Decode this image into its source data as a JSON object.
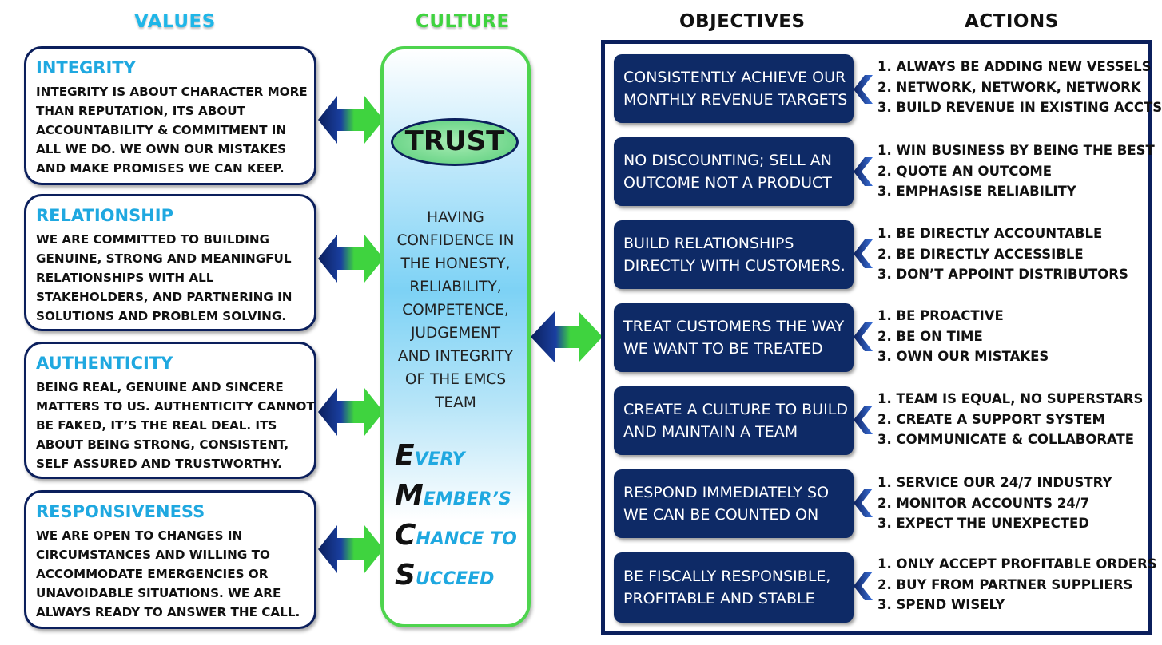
{
  "headers": {
    "values": "VALUES",
    "culture": "CULTURE",
    "objectives": "OBJECTIVES",
    "actions": "ACTIONS"
  },
  "values": [
    {
      "title": "INTEGRITY",
      "lines": [
        "INTEGRITY IS ABOUT CHARACTER MORE",
        "THAN REPUTATION, ITS ABOUT",
        "ACCOUNTABILITY & COMMITMENT IN",
        "ALL WE DO. WE OWN OUR MISTAKES",
        "AND MAKE PROMISES WE CAN KEEP."
      ]
    },
    {
      "title": "RELATIONSHIP",
      "lines": [
        "WE ARE COMMITTED TO BUILDING",
        "GENUINE, STRONG AND MEANINGFUL",
        "RELATIONSHIPS WITH ALL",
        "STAKEHOLDERS, AND PARTNERING IN",
        "SOLUTIONS AND PROBLEM SOLVING."
      ]
    },
    {
      "title": "AUTHENTICITY",
      "lines": [
        "BEING REAL, GENUINE AND SINCERE",
        "MATTERS TO US. AUTHENTICITY CANNOT",
        "BE FAKED, IT’S THE REAL DEAL. ITS",
        "ABOUT BEING STRONG, CONSISTENT,",
        "SELF ASSURED AND TRUSTWORTHY."
      ]
    },
    {
      "title": "RESPONSIVENESS",
      "lines": [
        "WE ARE OPEN TO CHANGES IN",
        "CIRCUMSTANCES AND WILLING TO",
        "ACCOMMODATE EMERGENCIES OR",
        "UNAVOIDABLE SITUATIONS. WE ARE",
        "ALWAYS READY TO ANSWER THE CALL."
      ]
    }
  ],
  "culture": {
    "title": "TRUST",
    "description_lines": [
      "HAVING",
      "CONFIDENCE IN",
      "THE HONESTY,",
      "RELIABILITY,",
      "COMPETENCE,",
      "JUDGEMENT",
      "AND INTEGRITY",
      "OF THE EMCS",
      "TEAM"
    ],
    "acronym": [
      {
        "initial": "E",
        "rest": "very"
      },
      {
        "initial": "M",
        "rest": "ember’s"
      },
      {
        "initial": "C",
        "rest": "hance to"
      },
      {
        "initial": "S",
        "rest": "ucceed"
      }
    ]
  },
  "objectives": [
    {
      "lines": [
        "CONSISTENTLY ACHIEVE OUR",
        "MONTHLY REVENUE TARGETS"
      ],
      "actions": [
        "1. ALWAYS BE ADDING NEW VESSELS",
        "2. NETWORK, NETWORK, NETWORK",
        "3. BUILD REVENUE IN EXISTING ACCTS"
      ]
    },
    {
      "lines": [
        "NO DISCOUNTING; SELL AN",
        "OUTCOME NOT A PRODUCT"
      ],
      "actions": [
        "1. WIN BUSINESS BY BEING THE BEST",
        "2. QUOTE AN OUTCOME",
        "3. EMPHASISE RELIABILITY"
      ]
    },
    {
      "lines": [
        "BUILD RELATIONSHIPS",
        "DIRECTLY WITH CUSTOMERS."
      ],
      "actions": [
        "1. BE DIRECTLY ACCOUNTABLE",
        "2. BE DIRECTLY ACCESSIBLE",
        "3. DON’T APPOINT DISTRIBUTORS"
      ]
    },
    {
      "lines": [
        "TREAT CUSTOMERS THE WAY",
        "WE WANT TO BE TREATED"
      ],
      "actions": [
        "1. BE PROACTIVE",
        "2. BE ON TIME",
        "3. OWN OUR MISTAKES"
      ]
    },
    {
      "lines": [
        "CREATE A CULTURE TO BUILD",
        "AND MAINTAIN A TEAM"
      ],
      "actions": [
        "1. TEAM IS EQUAL, NO SUPERSTARS",
        "2. CREATE A SUPPORT SYSTEM",
        "3. COMMUNICATE & COLLABORATE"
      ]
    },
    {
      "lines": [
        "RESPOND IMMEDIATELY SO",
        "WE CAN BE COUNTED ON"
      ],
      "actions": [
        "1. SERVICE OUR 24/7 INDUSTRY",
        "2. MONITOR ACCOUNTS 24/7",
        "3. EXPECT THE UNEXPECTED"
      ]
    },
    {
      "lines": [
        "BE FISCALLY RESPONSIBLE,",
        "PROFITABLE AND STABLE"
      ],
      "actions": [
        "1. ONLY ACCEPT PROFITABLE ORDERS",
        "2. BUY FROM PARTNER SUPPLIERS",
        "3. SPEND WISELY"
      ]
    }
  ],
  "colors": {
    "navy": "#0e2a66",
    "cyan": "#1fa8e0",
    "green": "#4ed44e"
  }
}
